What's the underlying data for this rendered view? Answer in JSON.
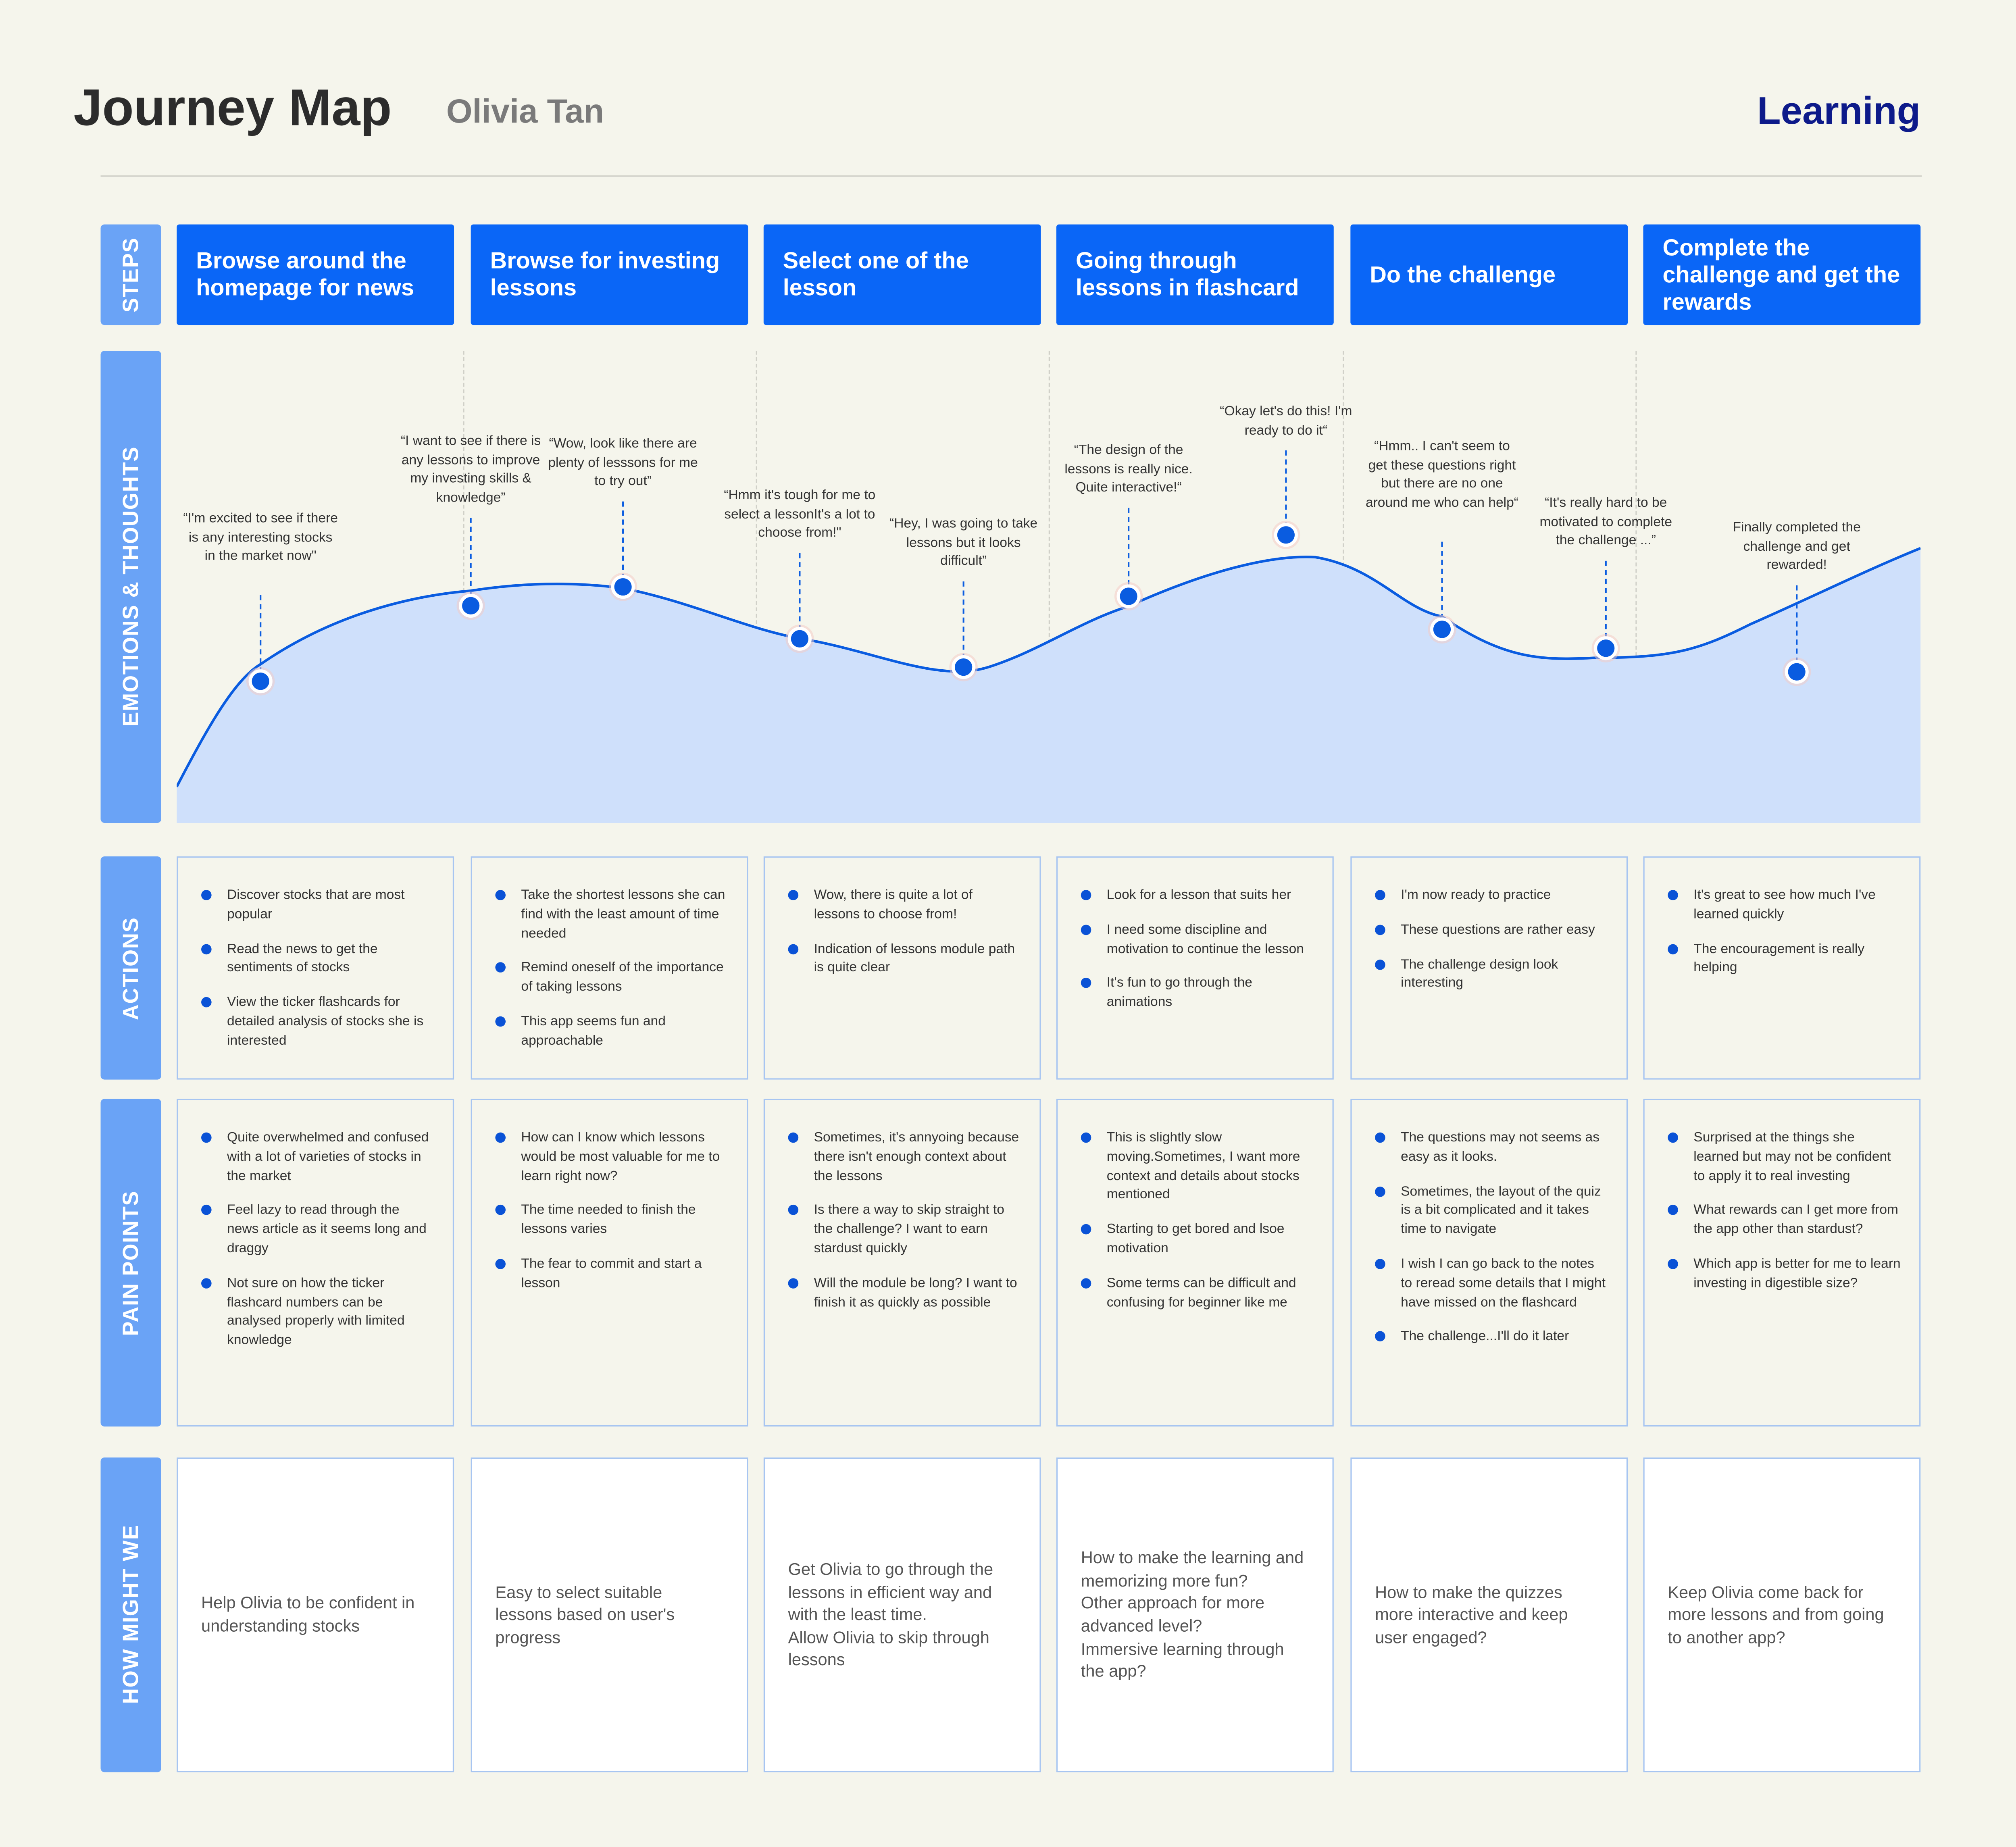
{
  "header": {
    "title": "Journey Map",
    "persona": "Olivia Tan",
    "topic": "Learning"
  },
  "row_labels": {
    "steps": "STEPS",
    "emotions": "EMOTIONS & THOUGHTS",
    "actions": "ACTIONS",
    "pain_points": "PAIN POINTS",
    "how_might_we": "HOW MIGHT WE"
  },
  "colors": {
    "accent": "#0a66f7",
    "label_bg": "#6aa3f6",
    "curve": "#0a5ce0",
    "fill": "#cfe0fb",
    "topic": "#0d1a8a"
  },
  "steps": [
    "Browse around the homepage for news",
    "Browse for investing lessons",
    "Select one of the lesson",
    "Going through lessons in flashcard",
    "Do the challenge",
    "Complete the challenge and get the rewards"
  ],
  "emotions": [
    {
      "quote": "“I'm excited to see if there is any interesting stocks in the market now\"",
      "level": 0.3
    },
    {
      "quote": "“I want to see if there is any lessons to improve my investing skills & knowledge”",
      "level": 0.46
    },
    {
      "quote": "“Wow, look like there are plenty of lesssons for me to try out”",
      "level": 0.5
    },
    {
      "quote": "“Hmm it's tough for me to select a lessonIt's a lot to choose from!\"",
      "level": 0.39
    },
    {
      "quote": "“Hey, I was going to take lessons but it looks difficult”",
      "level": 0.33
    },
    {
      "quote": "“The design of the lessons is really nice. Quite interactive!“",
      "level": 0.48
    },
    {
      "quote": "“Okay let's do this! I'm ready to do it“",
      "level": 0.61
    },
    {
      "quote": "“Hmm.. I can't seem to get these questions right but there are no one around me who can help“",
      "level": 0.41
    },
    {
      "quote": "“It's really hard to be motivated to complete the challenge ...”",
      "level": 0.37
    },
    {
      "quote": "Finally completed the challenge and get rewarded!",
      "level": 0.32
    }
  ],
  "actions": [
    [
      "Discover stocks that are most popular",
      "Read the news to get the sentiments of stocks",
      "View the ticker flashcards for detailed analysis of stocks she is interested"
    ],
    [
      "Take the shortest lessons she can find with the least amount of time needed",
      "Remind oneself of the importance of taking lessons",
      "This app seems fun and approachable"
    ],
    [
      "Wow, there is quite a lot of lessons to choose from!",
      "Indication of lessons module path is quite clear"
    ],
    [
      "Look for a lesson that suits her",
      "I need some discipline and motivation to continue the lesson",
      "It's fun to go through the animations"
    ],
    [
      "I'm now ready to practice",
      "These questions are rather easy",
      "The challenge design look interesting"
    ],
    [
      "It's great to see how much I've learned quickly",
      "The encouragement is really helping"
    ]
  ],
  "pain_points": [
    [
      "Quite overwhelmed and confused with a lot of varieties of stocks in the market",
      "Feel lazy to read through the news article as it seems long and draggy",
      "Not sure on how the ticker flashcard numbers can be analysed properly with limited knowledge"
    ],
    [
      "How can I know which lessons would be most valuable for me to learn right now?",
      "The time needed to finish the lessons varies",
      "The fear to commit and start a lesson"
    ],
    [
      "Sometimes, it's annyoing because there isn't enough context about the lessons",
      "Is there a way to skip straight to the challenge? I want to earn stardust quickly",
      "Will the module be long? I want to finish it as quickly as possible"
    ],
    [
      "This is slightly slow moving.Sometimes, I want more context and details about stocks mentioned",
      "Starting to get bored and lsoe motivation",
      "Some terms can be difficult and confusing for beginner like me"
    ],
    [
      "The questions may not seems as easy as it looks.",
      "Sometimes, the layout of the quiz is a bit complicated and it takes time to navigate",
      "I wish I can go back to the notes to reread some details that I might have missed on the flashcard",
      "The challenge...I'll do it later"
    ],
    [
      "Surprised at the things she learned but may not be confident to apply it to real investing",
      "What rewards can I get more from the app other than stardust?",
      "Which app is better for me to learn investing in digestible size?"
    ]
  ],
  "how_might_we": [
    "Help Olivia to be confident in understanding stocks",
    "Easy to select suitable lessons based on user's progress",
    "Get Olivia to go through the lessons in efficient way and with the least time.\nAllow Olivia to skip through lessons",
    "How to make the learning and memorizing more fun?\nOther approach for more advanced level?\nImmersive learning through the app?",
    "How to make the quizzes more interactive and keep user engaged?",
    "Keep Olivia come back for more lessons and from going to another app?"
  ]
}
